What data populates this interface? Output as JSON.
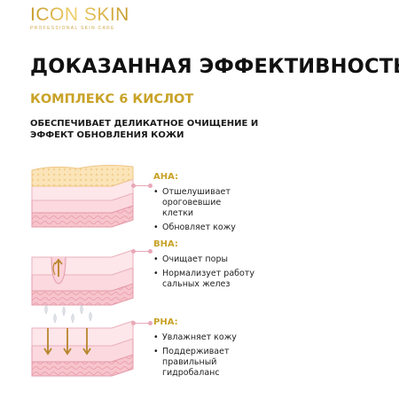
{
  "brand": {
    "name": "ICON SKIN",
    "tagline": "PROFESSIONAL SKIN CARE"
  },
  "title": "ДОКАЗАННАЯ ЭФФЕКТИВНОСТЬ",
  "subtitle": "КОМПЛЕКС 6 КИСЛОТ",
  "description": "ОБЕСПЕЧИВАЕТ ДЕЛИКАТНОЕ ОЧИЩЕНИЕ И ЭФФЕКТ ОБНОВЛЕНИЯ КОЖИ",
  "acids": [
    {
      "name": "AHA:",
      "points": [
        "Отшелушивает ороговевшие клетки",
        "Обновляет кожу"
      ]
    },
    {
      "name": "BHA:",
      "points": [
        "Очищает поры",
        "Нормализует работу сальных желез"
      ]
    },
    {
      "name": "PHA:",
      "points": [
        "Увлажняет кожу",
        "Поддерживает правильный гидробаланс"
      ]
    }
  ],
  "colors": {
    "gold": "#c9a227",
    "pink": "#f3c6cf",
    "skin_light": "#fbe7d6",
    "arrow": "#b8862c"
  }
}
